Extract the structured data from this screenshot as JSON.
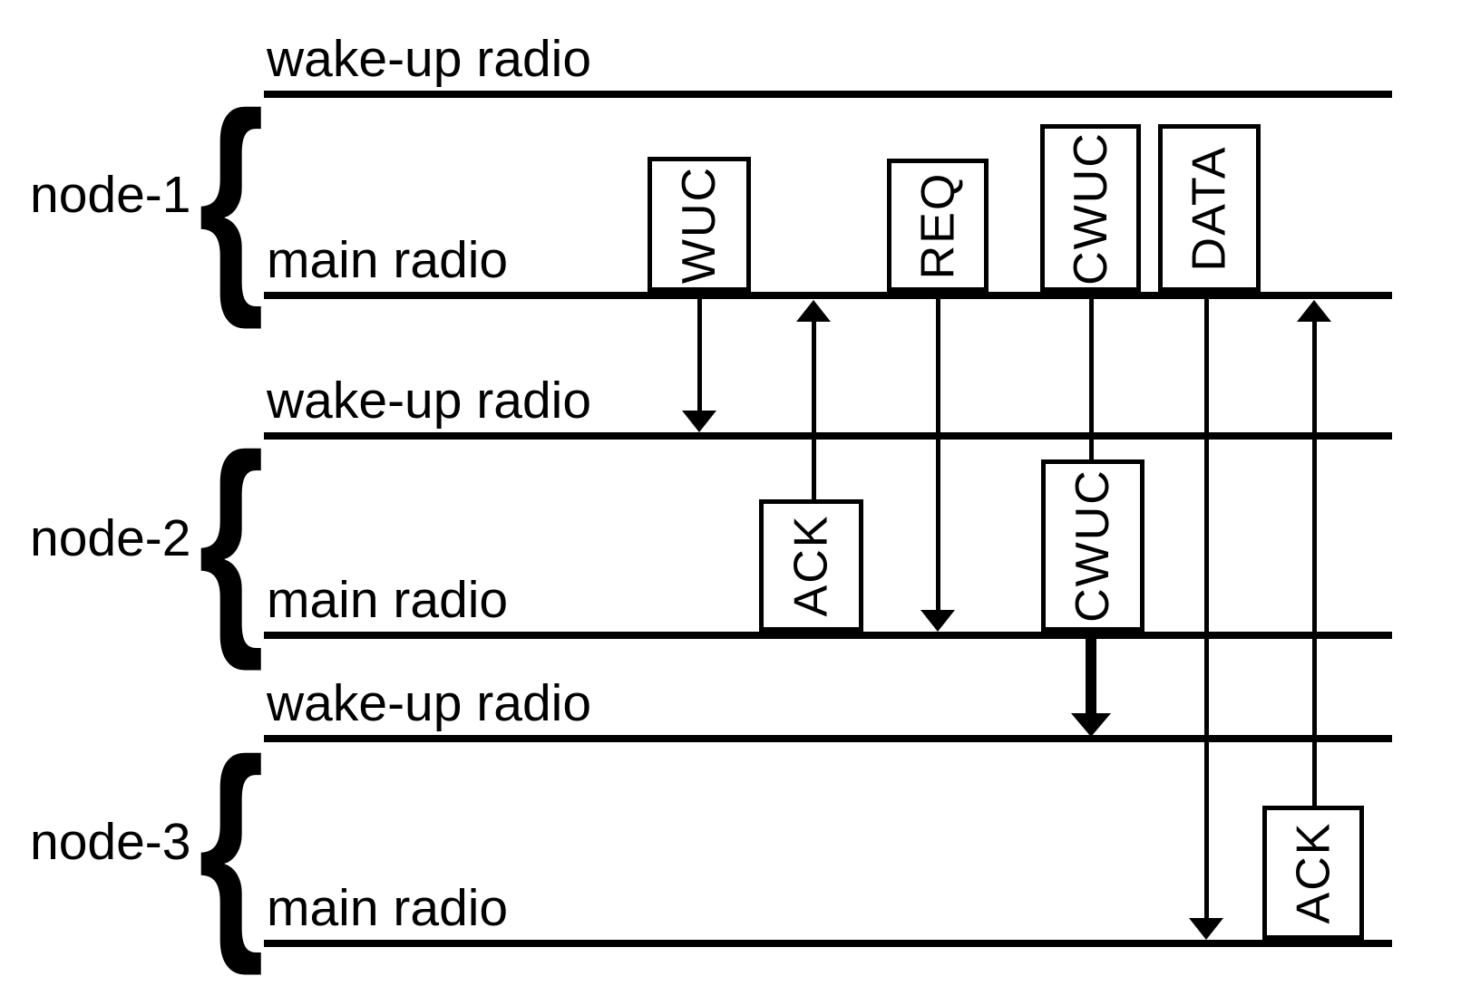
{
  "colors": {
    "ink": "#000000",
    "paper": "#ffffff"
  },
  "brace_glyph": "{",
  "labels": {
    "wake_up_radio": "wake-up radio",
    "main_radio": "main radio"
  },
  "nodes": [
    {
      "name": "node-1"
    },
    {
      "name": "node-2"
    },
    {
      "name": "node-3"
    }
  ],
  "packets": {
    "node1": [
      "WUC",
      "REQ",
      "CWUC",
      "DATA"
    ],
    "node2": [
      "ACK",
      "CWUC"
    ],
    "node3": [
      "ACK"
    ]
  }
}
